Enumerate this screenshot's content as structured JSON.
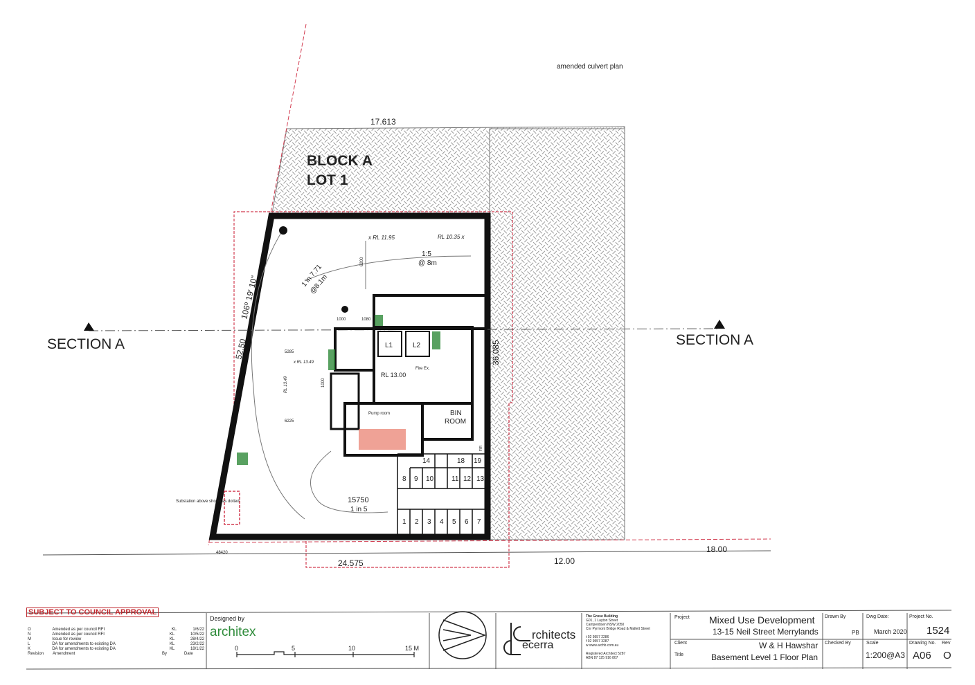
{
  "note": "amended culvert plan",
  "block": {
    "line1": "BLOCK A",
    "line2": "LOT 1"
  },
  "sections": {
    "left": "SECTION A",
    "right": "SECTION A"
  },
  "dims": {
    "top": "17.613",
    "left_bearing": "106º 19' 10\"",
    "left_len": "52.50",
    "right_len": "36.085",
    "bottom_a": "24.575",
    "bottom_b": "12.00",
    "bottom_c": "18.00",
    "bottom_small": "48420",
    "d5285": "5285",
    "d6225": "6225",
    "d6200": "6200",
    "d1000a": "1000",
    "d1000b": "1000",
    "d1080": "1080"
  },
  "levels": {
    "rl1195": "x RL 11.95",
    "rl1035": "RL 10.35 x",
    "rl1300": "RL 13.00",
    "rl1349a": "x RL 13.49",
    "rl1349b": "RL 13.49"
  },
  "ramps": {
    "r1": "1:5",
    "r1b": "@ 8m",
    "r2": "1 in 7.71",
    "r2b": "@8.1m",
    "r3": "15750",
    "r3b": "1 in 5"
  },
  "rooms": {
    "lift1": "L1",
    "lift2": "L2",
    "fire": "Fire Ex.",
    "pump": "Pump room",
    "bin1": "BIN",
    "bin2": "ROOM",
    "fir": "FIR",
    "sub": "Substation above shown as dotted"
  },
  "parking": {
    "top_left": [
      "14"
    ],
    "top_right": [
      "18",
      "19"
    ],
    "mid_left": [
      "8",
      "9",
      "10"
    ],
    "mid_right": [
      "11",
      "12",
      "13"
    ],
    "bottom": [
      "1",
      "2",
      "3",
      "4",
      "5",
      "6",
      "7"
    ]
  },
  "title_block": {
    "approval": "SUBJECT TO COUNCIL APPROVAL",
    "revisions": [
      {
        "rev": "O",
        "text": "Amended as per council RFI",
        "by": "KL",
        "date": "1/6/22"
      },
      {
        "rev": "N",
        "text": "Amended as per council RFI",
        "by": "KL",
        "date": "10/5/22"
      },
      {
        "rev": "M",
        "text": "Issue for review",
        "by": "KL",
        "date": "28/4/22"
      },
      {
        "rev": "L",
        "text": "DA for amendments to existing DA",
        "by": "KL",
        "date": "23/2/22"
      },
      {
        "rev": "K",
        "text": "DA for amendments to existing DA",
        "by": "KL",
        "date": "18/1/22"
      }
    ],
    "rev_header": {
      "rev": "Revision",
      "text": "Amendment",
      "by": "By",
      "date": "Date"
    },
    "designed_by": "Designed by",
    "designer": "architex",
    "scale_labels": [
      "0",
      "5",
      "10",
      "15 M"
    ],
    "firm_l1": "rchitects",
    "firm_l2": "ecerra",
    "address": [
      "The Grose Building",
      "G01, 1 Layton Street",
      "Camperdown NSW 2050",
      "Cnr Pyrmont Bridge Road & Mallett Street"
    ],
    "phone": [
      "t   02 9557 2286",
      "f   02 9557 3287",
      "w   www.archb.com.au"
    ],
    "reg": [
      "Registered Architect 5287",
      "ABN 87 125 916 807"
    ],
    "project_label": "Project",
    "project": "Mixed Use Development",
    "address_line": "13-15 Neil Street Merrylands",
    "client_label": "Client",
    "client": "W & H Hawshar",
    "title_label": "Title",
    "title": "Basement Level 1 Floor Plan",
    "drawn_label": "Drawn By",
    "drawn": "PB",
    "checked_label": "Checked By",
    "date_label": "Dwg Date:",
    "date": "March 2020",
    "scale_label": "Scale",
    "scale": "1:200@A3",
    "projno_label": "Project No.",
    "projno": "1524",
    "dwgno_label": "Drawing No.",
    "dwgno": "A06",
    "rev_label": "Rev",
    "rev": "O"
  },
  "colors": {
    "ink": "#111111",
    "redline": "#d23c50",
    "hatch": "#9a9a9a",
    "green": "#2f8a3a",
    "designer": "#2e8b3a",
    "pump": "#e87a6a"
  }
}
